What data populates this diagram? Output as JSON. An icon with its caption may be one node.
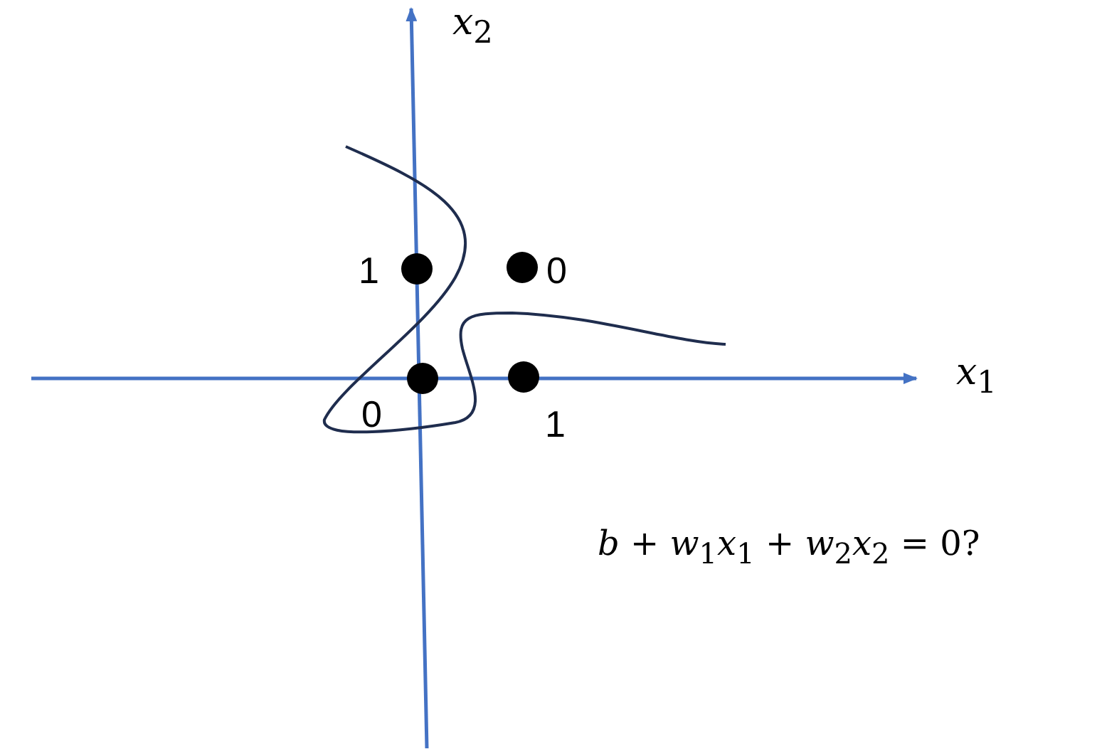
{
  "diagram": {
    "nodes": [
      {
        "text": [],
        "shape": "circle",
        "beside": [
          "1"
        ]
      },
      {
        "text": [],
        "shape": "circle",
        "beside": [
          "0"
        ]
      },
      {
        "text": [],
        "shape": "circle",
        "beside": [
          "0"
        ]
      },
      {
        "text": [],
        "shape": "circle",
        "beside": [
          "1"
        ]
      }
    ],
    "labels": [
      "*x*$_{2}$",
      "*x*$_{1}$",
      "*b* + *w*$_{1}$*x*$_{1}$ + *w*$_{2}$*x*$_{2}$ = 0?"
    ]
  }
}
